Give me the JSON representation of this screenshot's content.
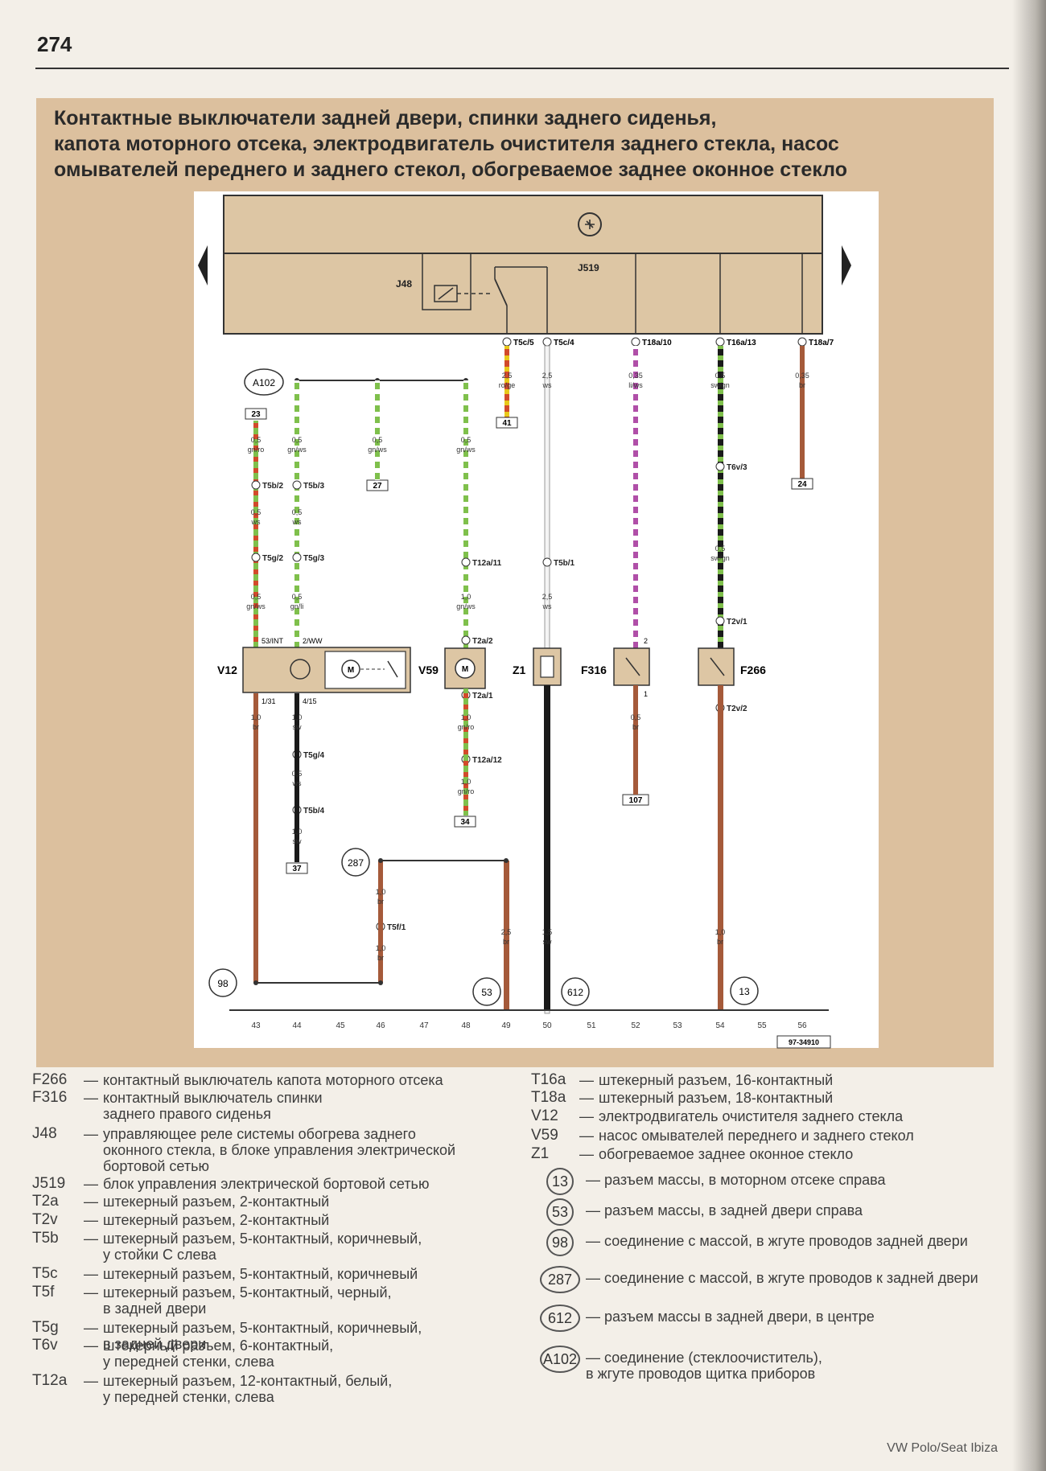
{
  "page_number": "274",
  "title": {
    "line1": "Контактные выключатели задней двери, спинки заднего сиденья,",
    "line2": "капота моторного отсека, электродвигатель очистителя заднего стекла, насос",
    "line3": "омывателей переднего и заднего стекол, обогреваемое заднее оконное стекло"
  },
  "diagram": {
    "module_label": "J519",
    "relay_label": "J48",
    "top_connectors": [
      "T5c/5",
      "T5c/4",
      "T18a/10",
      "T16a/13",
      "T18a/7"
    ],
    "wire_specs": {
      "t5c5": [
        "2,5",
        "ro/ge"
      ],
      "t5c4": [
        "2,5",
        "ws"
      ],
      "t18a10": [
        "0,35",
        "li/ws"
      ],
      "t16a13": [
        "0,5",
        "sw/gn"
      ],
      "t18a7": [
        "0,35",
        "br"
      ]
    },
    "refs": {
      "r41": "41",
      "r24": "24",
      "r23": "23",
      "r27": "27",
      "r34": "34",
      "r37": "37",
      "r107": "107"
    },
    "splice_a102": "A102",
    "mid_connectors": {
      "t5b2": "T5b/2",
      "t5b3": "T5b/3",
      "t5g2": "T5g/2",
      "t5g3": "T5g/3",
      "t12a11": "T12a/11",
      "t5b1": "T5b/1",
      "t6v3": "T6v/3",
      "t2v1": "T2v/1",
      "t2v2": "T2v/2",
      "t2a2": "T2a/2",
      "t2a1": "T2a/1",
      "t12a12": "T12a/12",
      "t5g4": "T5g/4",
      "t5b4": "T5b/4",
      "t5f1": "T5f/1"
    },
    "wire_codes": {
      "a": [
        "0,5",
        "gn/ro"
      ],
      "b": [
        "0,5",
        "gn/ws"
      ],
      "c": [
        "0,5",
        "gn/ws"
      ],
      "d": [
        "0,5",
        "gn/ws"
      ],
      "e": [
        "0,5",
        "ws"
      ],
      "f": [
        "0,5",
        "ws"
      ],
      "g": [
        "0,5",
        "gn/ws"
      ],
      "h": [
        "0,5",
        "gn/li"
      ],
      "i": [
        "1,0",
        "gn/ws"
      ],
      "j": [
        "2,5",
        "ws"
      ],
      "k": [
        "0,5",
        "sw/gn"
      ],
      "l": [
        "1,0",
        "br"
      ],
      "m": [
        "1,0",
        "sw"
      ],
      "n": [
        "0,5",
        "ws"
      ],
      "o": [
        "1,0",
        "sw"
      ],
      "p": [
        "1,0",
        "gn/ro"
      ],
      "q": [
        "1,0",
        "gn/ro"
      ],
      "r": [
        "0,5",
        "br"
      ],
      "s": [
        "1,0",
        "br"
      ],
      "t": [
        "1,0",
        "br"
      ],
      "u": [
        "2,5",
        "br"
      ],
      "v": [
        "1,5",
        "sw"
      ],
      "w": [
        "1,0",
        "br"
      ]
    },
    "pin_labels": {
      "v12_top1": "53/INT",
      "v12_top2": "2/WW",
      "v12_bot1": "1/31",
      "v12_bot2": "4/15",
      "f316_top": "2",
      "f316_bot": "1"
    },
    "components": {
      "v12": "V12",
      "v59": "V59",
      "z1": "Z1",
      "f316": "F316",
      "f266": "F266"
    },
    "ground_points": {
      "g98": "98",
      "g287": "287",
      "g53": "53",
      "g612": "612",
      "g13": "13"
    },
    "bottom_scale": [
      "43",
      "44",
      "45",
      "46",
      "47",
      "48",
      "49",
      "50",
      "51",
      "52",
      "53",
      "54",
      "55",
      "56"
    ],
    "drawing_id": "97-34910",
    "colors": {
      "panel": "#dcc09e",
      "green": "#7fc04c",
      "brown": "#a55a3a",
      "black": "#1a1a1a",
      "violet": "#b04fa8",
      "red": "#d24a2a"
    }
  },
  "legend_left": [
    {
      "code": "F266",
      "text": "контактный выключатель капота моторного отсека"
    },
    {
      "code": "F316",
      "text": "контактный выключатель спинки\nзаднего правого сиденья"
    },
    {
      "code": "J48",
      "text": "управляющее реле системы обогрева заднего\nоконного стекла, в блоке управления электрической\nбортовой сетью"
    },
    {
      "code": "J519",
      "text": "блок управления электрической бортовой сетью"
    },
    {
      "code": "T2a",
      "text": "штекерный разъем, 2-контактный"
    },
    {
      "code": "T2v",
      "text": "штекерный разъем, 2-контактный"
    },
    {
      "code": "T5b",
      "text": "штекерный разъем, 5-контактный, коричневый,\nу стойки С слева"
    },
    {
      "code": "T5c",
      "text": "штекерный разъем, 5-контактный, коричневый"
    },
    {
      "code": "T5f",
      "text": "штекерный разъем, 5-контактный, черный,\nв задней двери"
    },
    {
      "code": "T5g",
      "text": "штекерный разъем, 5-контактный, коричневый,\nв задней двери"
    },
    {
      "code": "T6v",
      "text": "штекерный разъем, 6-контактный,\nу передней стенки, слева"
    },
    {
      "code": "T12a",
      "text": "штекерный разъем, 12-контактный, белый,\nу передней стенки, слева"
    }
  ],
  "legend_right": [
    {
      "code": "T16a",
      "text": "штекерный разъем, 16-контактный"
    },
    {
      "code": "T18a",
      "text": "штекерный разъем, 18-контактный"
    },
    {
      "code": "V12",
      "text": "электродвигатель очистителя заднего стекла"
    },
    {
      "code": "V59",
      "text": "насос омывателей переднего и заднего стекол"
    },
    {
      "code": "Z1",
      "text": "обогреваемое заднее оконное стекло"
    }
  ],
  "legend_grounds": [
    {
      "code": "13",
      "text": "разъем массы, в моторном отсеке справа"
    },
    {
      "code": "53",
      "text": "разъем массы, в задней двери справа"
    },
    {
      "code": "98",
      "text": "соединение с массой, в жгуте проводов задней двери"
    },
    {
      "code": "287",
      "text": "соединение с массой, в жгуте проводов к задней двери"
    },
    {
      "code": "612",
      "text": "разъем массы в задней двери, в центре"
    },
    {
      "code": "A102",
      "text": "соединение (стеклоочиститель),\nв жгуте проводов щитка приборов"
    }
  ],
  "footer": "VW Polo/Seat Ibiza"
}
